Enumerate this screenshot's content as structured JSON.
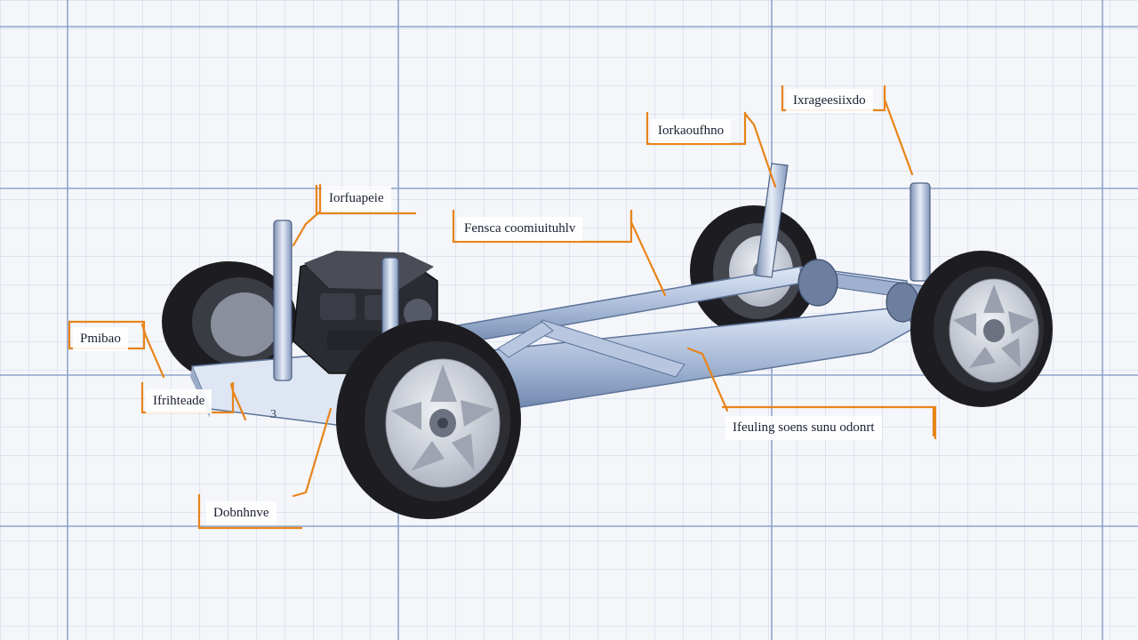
{
  "diagram": {
    "labels": {
      "top_right": "Ixrageesiixdo",
      "upper_right": "Iorkaoufhno",
      "center_top": "Fensca coomiuituhlv",
      "left_top": "Iorfuapeie",
      "left_middle": "Pmibao",
      "left_lower": "Ifrihteade",
      "bottom_left": "Dobnhnve",
      "right_lower": "Ifeuling soens sunu odonrt"
    },
    "frame_stamp": "3",
    "colors": {
      "leader_line": "#e8841a",
      "grid_minor": "#c7d1e6",
      "grid_major": "#8fa3cc",
      "frame_steel": "#a9bbd8",
      "tire": "#1d1d21",
      "rim": "#c8ccd6"
    }
  }
}
